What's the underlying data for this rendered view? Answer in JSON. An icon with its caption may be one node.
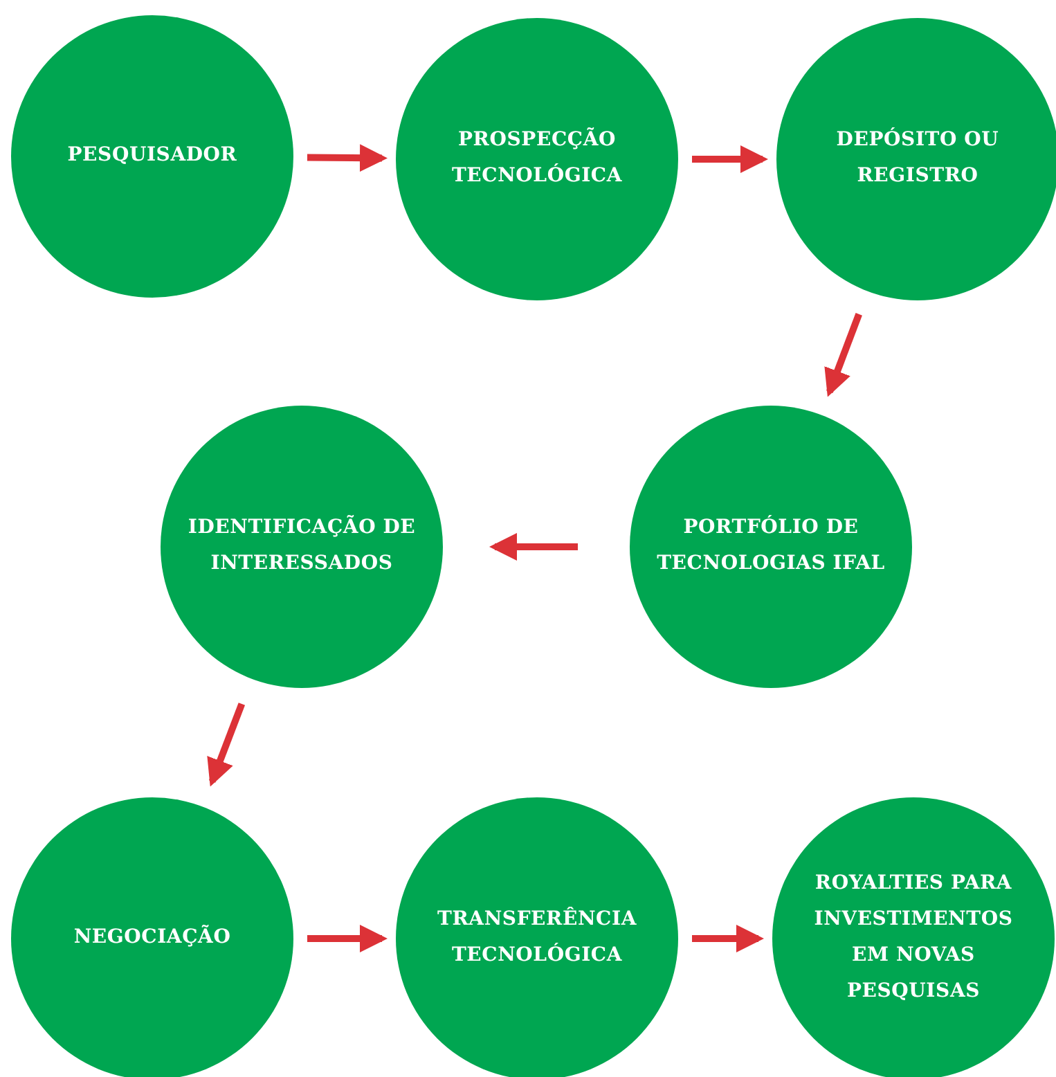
{
  "diagram": {
    "nodes": [
      {
        "text": [
          "PESQUISADOR"
        ]
      },
      {
        "text": [
          "PROSPECÇÃO TECNOLÓGICA"
        ]
      },
      {
        "text": [
          "DEPÓSITO OU REGISTRO"
        ]
      },
      {
        "text": [
          "PORTFÓLIO DE TECNOLOGIAS IFAL"
        ]
      },
      {
        "text": [
          "IDENTIFICAÇÃO DE INTERESSADOS"
        ]
      },
      {
        "text": [
          "NEGOCIAÇÃO"
        ]
      },
      {
        "text": [
          "TRANSFERÊNCIA TECNOLÓGICA"
        ]
      },
      {
        "text": [
          "ROYALTIES PARA INVESTIMENTOS EM NOVAS PESQUISAS"
        ]
      }
    ],
    "edges": [
      {
        "from": 0,
        "to": 1,
        "arrow": "to"
      },
      {
        "from": 1,
        "to": 2,
        "arrow": "to"
      },
      {
        "from": 2,
        "to": 3,
        "arrow": "to"
      },
      {
        "from": 3,
        "to": 4,
        "arrow": "to"
      },
      {
        "from": 4,
        "to": 5,
        "arrow": "to"
      },
      {
        "from": 5,
        "to": 6,
        "arrow": "to"
      },
      {
        "from": 6,
        "to": 7,
        "arrow": "to"
      }
    ]
  }
}
